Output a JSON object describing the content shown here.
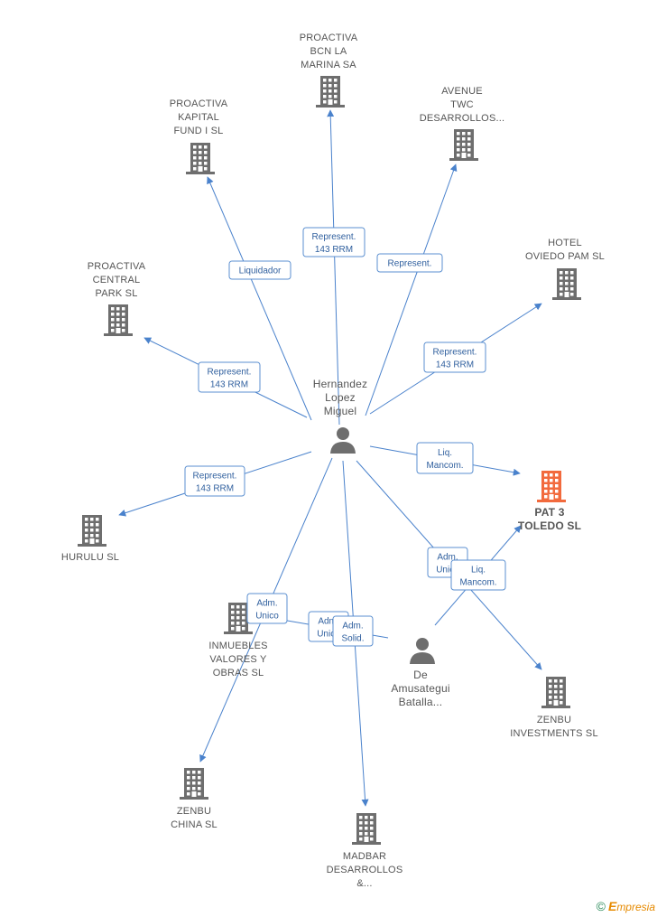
{
  "colors": {
    "edge": "#4a82cc",
    "box_border": "#5b8fd0",
    "box_text": "#2f5f9e",
    "icon_gray": "#6e6e6e",
    "icon_focus": "#f26a3d",
    "label": "#555555"
  },
  "people": [
    {
      "id": "hernandez",
      "lines": [
        "Hernandez",
        "Lopez",
        "Miguel"
      ]
    },
    {
      "id": "amusategui",
      "lines": [
        "De",
        "Amusategui",
        "Batalla..."
      ]
    }
  ],
  "companies": [
    {
      "id": "proactiva_bcn",
      "lines": [
        "PROACTIVA",
        "BCN LA",
        "MARINA SA"
      ],
      "focus": false
    },
    {
      "id": "proactiva_kapital",
      "lines": [
        "PROACTIVA",
        "KAPITAL",
        "FUND I SL"
      ],
      "focus": false
    },
    {
      "id": "avenue",
      "lines": [
        "AVENUE",
        "TWC",
        "DESARROLLOS..."
      ],
      "focus": false
    },
    {
      "id": "hotel_oviedo",
      "lines": [
        "HOTEL",
        "OVIEDO PAM SL"
      ],
      "focus": false
    },
    {
      "id": "proactiva_central",
      "lines": [
        "PROACTIVA",
        "CENTRAL",
        "PARK SL"
      ],
      "focus": false
    },
    {
      "id": "pat3",
      "lines": [
        "PAT 3",
        "TOLEDO SL"
      ],
      "focus": true
    },
    {
      "id": "hurulu",
      "lines": [
        "HURULU SL"
      ],
      "focus": false
    },
    {
      "id": "inmuebles",
      "lines": [
        "INMUEBLES",
        "VALORES Y",
        "OBRAS SL"
      ],
      "focus": false
    },
    {
      "id": "zenbu_inv",
      "lines": [
        "ZENBU",
        "INVESTMENTS SL"
      ],
      "focus": false
    },
    {
      "id": "zenbu_china",
      "lines": [
        "ZENBU",
        "CHINA SL"
      ],
      "focus": false
    },
    {
      "id": "madbar",
      "lines": [
        "MADBAR",
        "DESARROLLOS",
        "&..."
      ],
      "focus": false
    }
  ],
  "relations": [
    {
      "id": "r_bcn",
      "lines": [
        "Represent.",
        "143 RRM"
      ]
    },
    {
      "id": "r_kapital",
      "lines": [
        "Liquidador"
      ]
    },
    {
      "id": "r_avenue",
      "lines": [
        "Represent."
      ]
    },
    {
      "id": "r_hotel",
      "lines": [
        "Represent.",
        "143 RRM"
      ]
    },
    {
      "id": "r_central",
      "lines": [
        "Represent.",
        "143 RRM"
      ]
    },
    {
      "id": "r_pat3_h",
      "lines": [
        "Liq.",
        "Mancom."
      ]
    },
    {
      "id": "r_hurulu",
      "lines": [
        "Represent.",
        "143 RRM"
      ]
    },
    {
      "id": "r_inm_h",
      "lines": [
        "Adm.",
        "Unico"
      ]
    },
    {
      "id": "r_inm_a",
      "lines": [
        "Adm.",
        "Unico"
      ]
    },
    {
      "id": "r_madbar",
      "lines": [
        "Adm.",
        "Solid."
      ]
    },
    {
      "id": "r_zinv",
      "lines": [
        "Adm.",
        "Unico"
      ]
    },
    {
      "id": "r_pat3_a",
      "lines": [
        "Liq.",
        "Mancom."
      ]
    }
  ],
  "brand": {
    "copyright": "©",
    "name_first": "E",
    "name_rest": "mpresia"
  }
}
